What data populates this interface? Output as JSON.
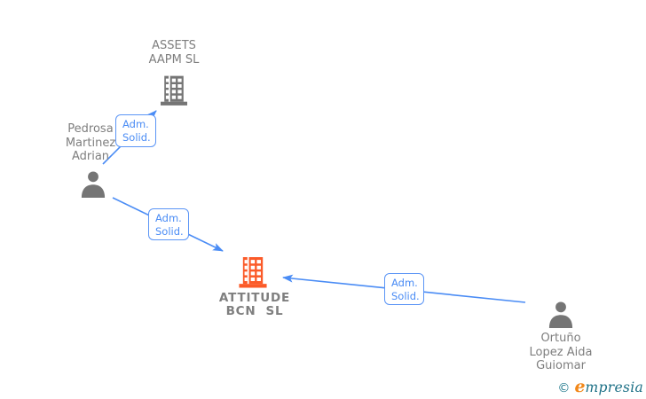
{
  "diagram_type": "corporate-relationship-graph",
  "colors": {
    "edge_blue": "#4a8cf5",
    "edge_label_border": "#5b95f6",
    "node_icon_gray": "#757575",
    "node_label_gray": "#7e7e7e",
    "focus_company_orange": "#fb5a28",
    "logo_teal": "#1b6f85",
    "logo_orange": "#f28718",
    "background": "#ffffff"
  },
  "nodes": {
    "assets": {
      "type": "company",
      "line1": "ASSETS",
      "line2": "AAPM SL"
    },
    "pedrosa": {
      "type": "person",
      "line1": "Pedrosa",
      "line2": "Martinez",
      "line3": "Adrian"
    },
    "attitude": {
      "type": "company",
      "line1": "ATTITUDE",
      "line2": "BCN  SL"
    },
    "ortuno": {
      "type": "person",
      "line1": "Ortuño",
      "line2": "Lopez Aida",
      "line3": "Guiomar"
    }
  },
  "edges": {
    "pedrosa_to_assets": {
      "from": "Pedrosa Martinez Adrian",
      "to": "ASSETS AAPM SL",
      "label_line1": "Adm.",
      "label_line2": "Solid."
    },
    "pedrosa_to_attitude": {
      "from": "Pedrosa Martinez Adrian",
      "to": "ATTITUDE BCN SL",
      "label_line1": "Adm.",
      "label_line2": "Solid."
    },
    "ortuno_to_attitude": {
      "from": "Ortuño Lopez Aida Guiomar",
      "to": "ATTITUDE BCN SL",
      "label_line1": "Adm.",
      "label_line2": "Solid."
    }
  },
  "watermark": {
    "copyright_symbol": "©",
    "brand_initial": "e",
    "brand_rest": "mpresia"
  }
}
